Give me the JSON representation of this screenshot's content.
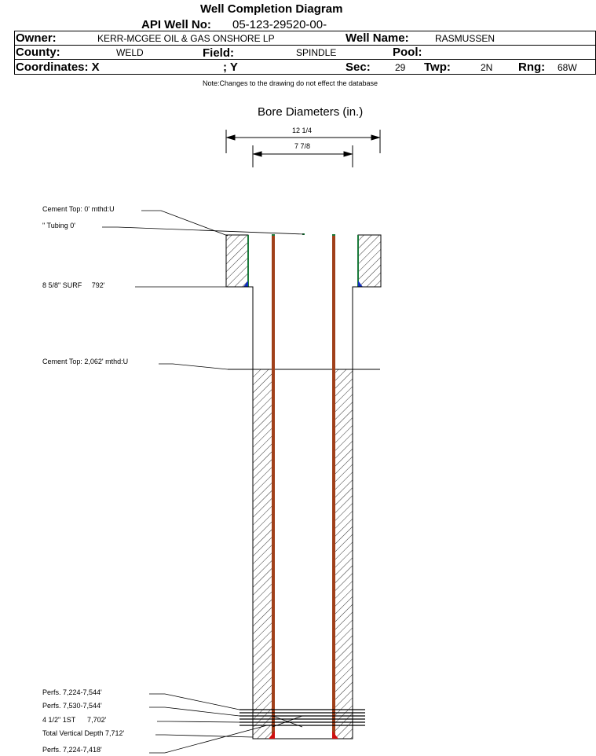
{
  "header": {
    "title": "Well Completion Diagram",
    "api_label": "API Well No:",
    "api_value": "05-123-29520-00-",
    "owner_label": "Owner:",
    "owner_value": "KERR-MCGEE OIL & GAS ONSHORE LP",
    "well_name_label": "Well Name:",
    "well_name_value": "RASMUSSEN",
    "county_label": "County:",
    "county_value": "WELD",
    "field_label": "Field:",
    "field_value": "SPINDLE",
    "pool_label": "Pool:",
    "pool_value": "",
    "coords_label": "Coordinates: X",
    "coords_y_label": "; Y",
    "sec_label": "Sec:",
    "sec_value": "29",
    "twp_label": "Twp:",
    "twp_value": "2N",
    "rng_label": "Rng:",
    "rng_value": "68W",
    "note": "Note:Changes to the drawing do not effect the database"
  },
  "diagram": {
    "subtitle": "Bore Diameters (in.)",
    "bore_diameters": [
      "12 1/4",
      "7 7/8"
    ],
    "labels": {
      "cement_top_surface": "Cement Top: 0' mthd:U",
      "tubing": "\" Tubing 0'",
      "surface_casing": "8 5/8\" SURF     792'",
      "cement_top_production": "Cement Top: 2,062' mthd:U",
      "perfs_1": "Perfs. 7,224-7,544'",
      "perfs_2": "Perfs. 7,530-7,544'",
      "production_casing": "4 1/2\" 1ST      7,702'",
      "total_depth": "Total Vertical Depth 7,712'",
      "perfs_3": "Perfs. 7,224-7,418'"
    },
    "colors": {
      "tubing": "#a0401a",
      "casing_green": "#1a7a3a",
      "cement_blue": "#1030c0",
      "shoe_red": "#d01010"
    }
  }
}
